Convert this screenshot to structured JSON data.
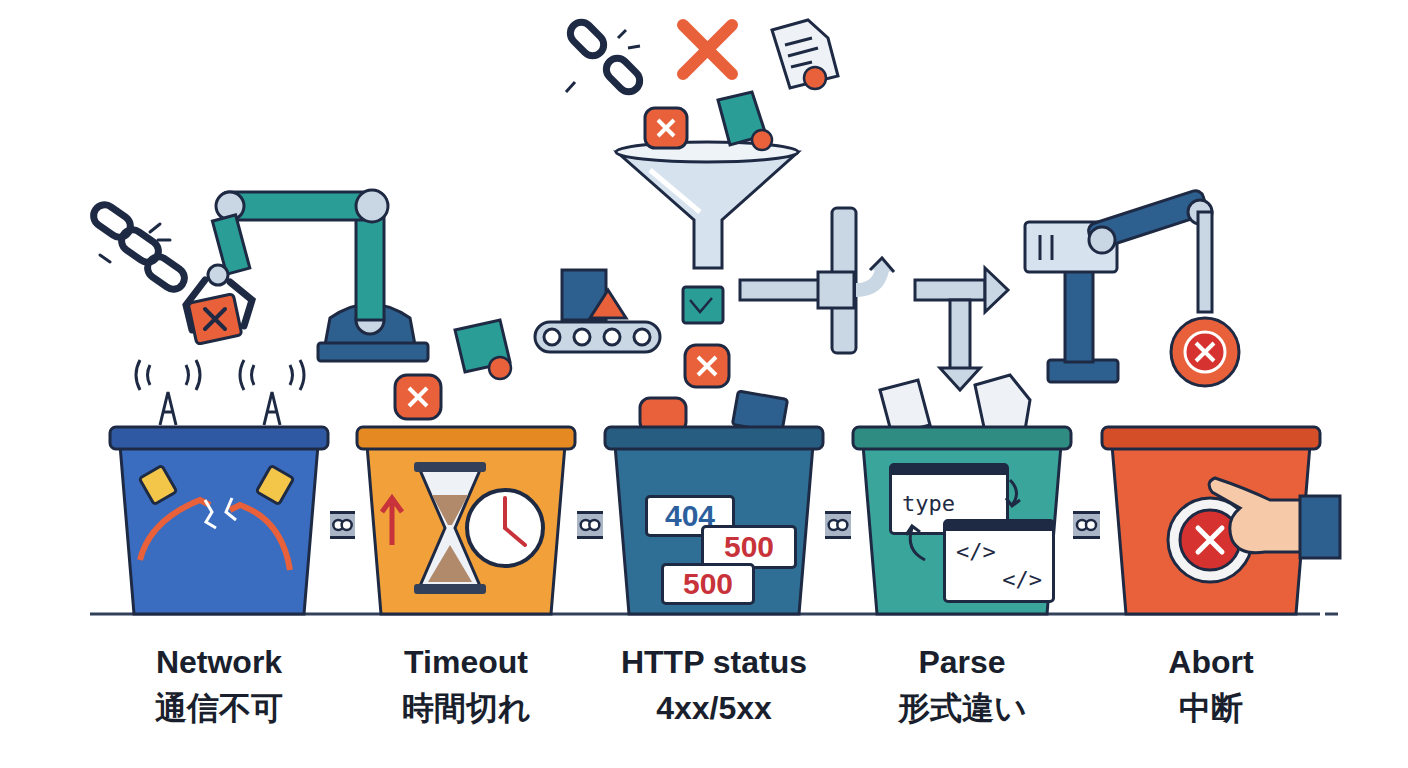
{
  "diagram": {
    "nodes": [
      {
        "text": [
          "Network",
          "通信不可"
        ]
      },
      {
        "text": [
          "Timeout",
          "時間切れ"
        ]
      },
      {
        "text": [
          "HTTP status",
          "4xx/5xx"
        ]
      },
      {
        "text": [
          "Parse",
          "形式違い"
        ]
      },
      {
        "text": [
          "Abort",
          "中断"
        ]
      },
      {
        "text": [
          "404"
        ],
        "in": 2
      },
      {
        "text": [
          "500"
        ],
        "in": 2
      },
      {
        "text": [
          "500"
        ],
        "in": 2
      },
      {
        "text": [
          "type"
        ],
        "in": 3
      },
      {
        "text": [
          "</>",
          "</>"
        ],
        "in": 3
      }
    ],
    "edges": [
      {
        "from": 0,
        "to": 1,
        "arrow": "none"
      },
      {
        "from": 1,
        "to": 2,
        "arrow": "none"
      },
      {
        "from": 2,
        "to": 3,
        "arrow": "none"
      },
      {
        "from": 3,
        "to": 4,
        "arrow": "none"
      }
    ]
  }
}
